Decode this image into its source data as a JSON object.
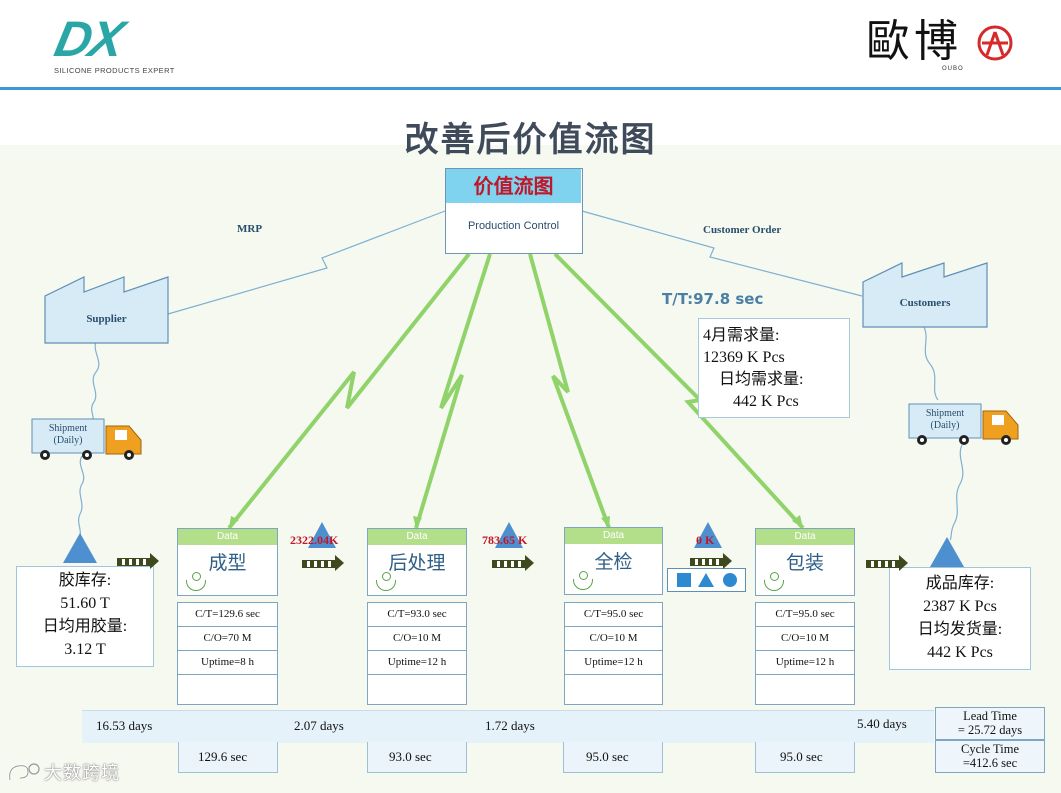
{
  "header": {
    "logo_left": {
      "mark": "DX",
      "tagline": "SILICONE PRODUCTS EXPERT"
    },
    "logo_right": {
      "mark": "歐博",
      "tagline": "OUBO"
    }
  },
  "title": "改善后价值流图",
  "production_control": {
    "header": "价值流图",
    "label": "Production Control"
  },
  "info_flows": {
    "left": "MRP",
    "right": "Customer Order"
  },
  "supplier": {
    "label": "Supplier"
  },
  "customer": {
    "label": "Customers"
  },
  "shipments": {
    "left": {
      "line1": "Shipment",
      "line2": "(Daily)"
    },
    "right": {
      "line1": "Shipment",
      "line2": "(Daily)"
    }
  },
  "takt_time": "T/T:97.8 sec",
  "demand_box": {
    "line1": "4月需求量:",
    "line2": "12369 K Pcs",
    "line3": "日均需求量:",
    "line4": "442 K Pcs"
  },
  "raw_inventory": {
    "line1": "胶库存:",
    "line2": "51.60 T",
    "line3": "日均用胶量:",
    "line4": "3.12 T"
  },
  "finished_inventory": {
    "line1": "成品库存:",
    "line2": "2387 K Pcs",
    "line3": "日均发货量:",
    "line4": "442 K Pcs"
  },
  "wip": [
    {
      "label": "2322.04K"
    },
    {
      "label": "783.65 K"
    },
    {
      "label": "0 K"
    }
  ],
  "processes": [
    {
      "tag": "Data",
      "name": "成型",
      "ct": "C/T=129.6 sec",
      "co": "C/O=70 M",
      "uptime": "Uptime=8 h"
    },
    {
      "tag": "Data",
      "name": "后处理",
      "ct": "C/T=93.0 sec",
      "co": "C/O=10 M",
      "uptime": "Uptime=12 h"
    },
    {
      "tag": "Data",
      "name": "全检",
      "ct": "C/T=95.0 sec",
      "co": "C/O=10 M",
      "uptime": "Uptime=12 h"
    },
    {
      "tag": "Data",
      "name": "包装",
      "ct": "C/T=95.0 sec",
      "co": "C/O=10 M",
      "uptime": "Uptime=12 h"
    }
  ],
  "timeline": {
    "days": [
      "16.53 days",
      "2.07 days",
      "1.72 days",
      "5.40 days"
    ],
    "secs": [
      "129.6 sec",
      "93.0 sec",
      "95.0 sec",
      "95.0 sec"
    ],
    "lead_time": {
      "line1": "Lead Time",
      "line2": "= 25.72 days"
    },
    "cycle_time": {
      "line1": "Cycle  Time",
      "line2": "=412.6  sec"
    }
  },
  "watermark": "大数跨境",
  "colors": {
    "accent_blue": "#3a9ad9",
    "triangle": "#4d8fcf",
    "lightning": "#8fd36a",
    "wip_red": "#c0182a",
    "process_tag_green": "#b4df8a",
    "truck_orange": "#f0a020"
  }
}
